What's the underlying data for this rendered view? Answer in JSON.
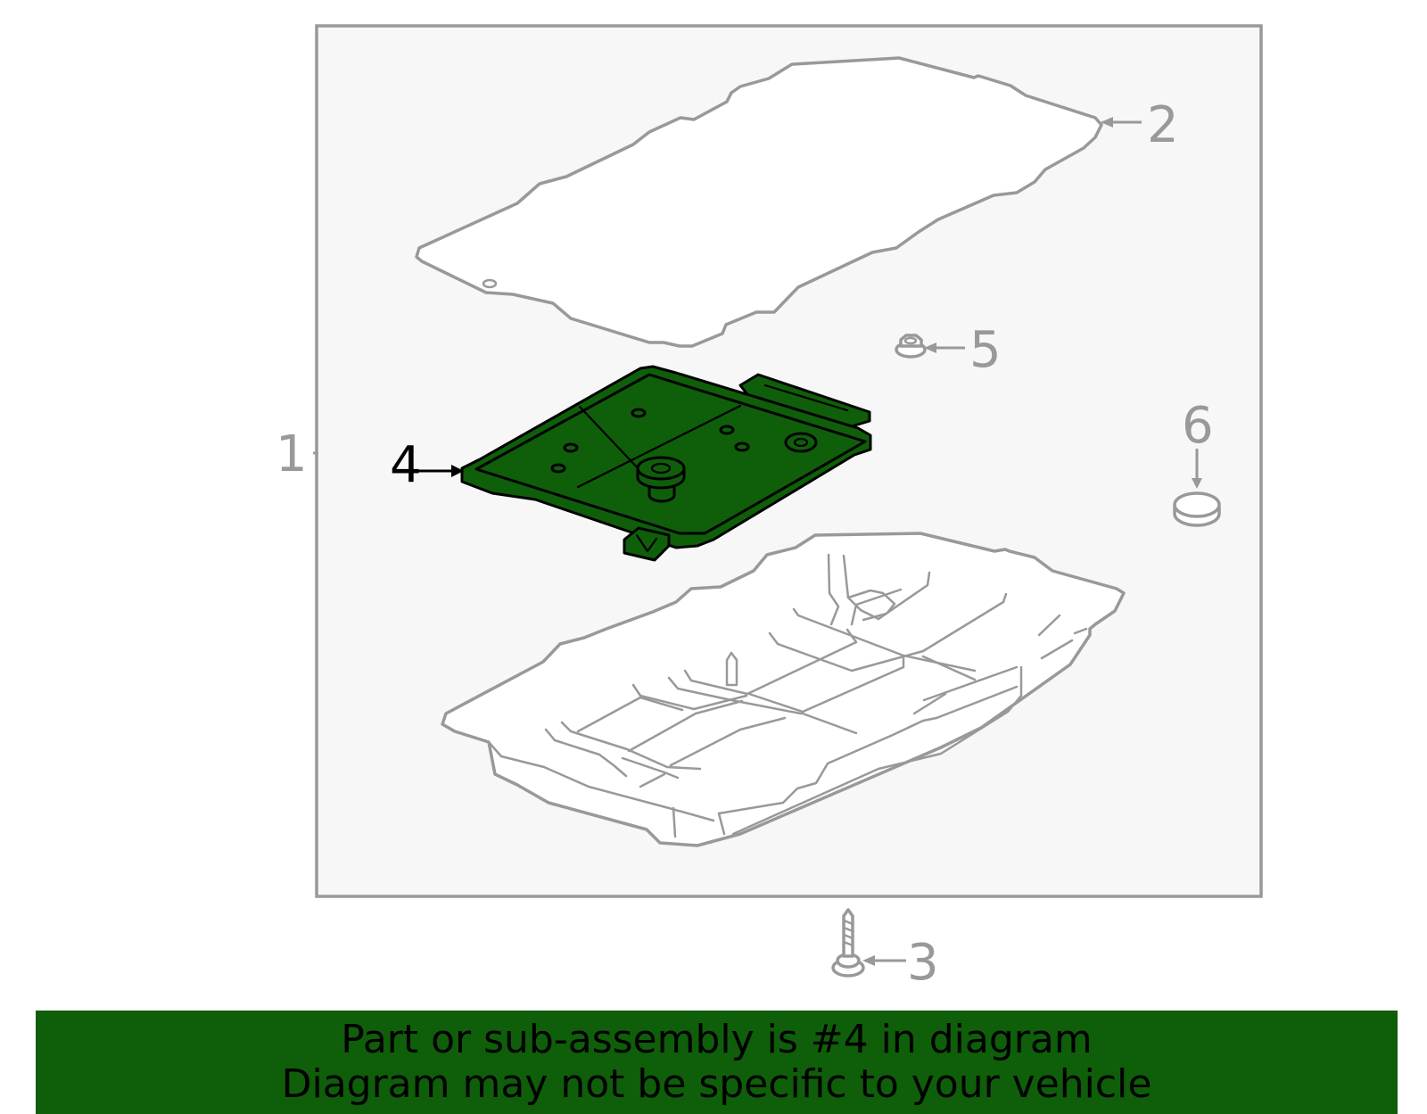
{
  "diagram": {
    "callouts": {
      "c1": "1",
      "c2": "2",
      "c3": "3",
      "c4": "4",
      "c5": "5",
      "c6": "6"
    },
    "highlighted_part": "4",
    "colors": {
      "highlight": "#0f5e0a",
      "line": "#999999",
      "frame_fill": "#f7f7f7"
    }
  },
  "banner": {
    "line1": "Part or sub-assembly is #4 in diagram",
    "line2": "Diagram may not be specific to your vehicle"
  }
}
